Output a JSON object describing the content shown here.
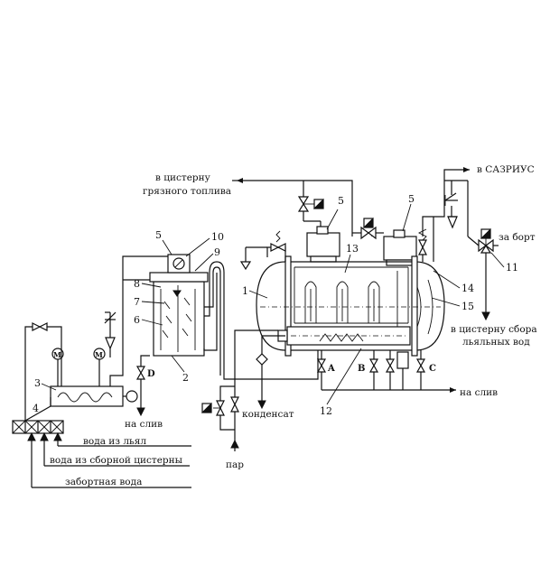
{
  "labels": {
    "dirty_fuel_tank": [
      "в цистерну",
      "грязного топлива"
    ],
    "sazrius": "в САЗРИУС",
    "overboard": "за борт",
    "bilge_collection_tank": [
      "в цистерну сбора",
      "льяльных вод"
    ],
    "drain_left": "на слив",
    "drain_right": "на слив",
    "condensate": "конденсат",
    "steam": "пар",
    "water_from_bilge": "вода из льял",
    "water_from_collection_tank": "вода из сборной цистерны",
    "sea_water": "забортная вода"
  },
  "numbers": [
    "1",
    "2",
    "3",
    "4",
    "5",
    "5",
    "5",
    "6",
    "7",
    "8",
    "9",
    "10",
    "11",
    "12",
    "13",
    "14",
    "15"
  ],
  "valve_letters": [
    "A",
    "B",
    "C",
    "D"
  ],
  "gauge_symbol": "M",
  "colors": {
    "line": "#111111",
    "background": "#ffffff"
  }
}
